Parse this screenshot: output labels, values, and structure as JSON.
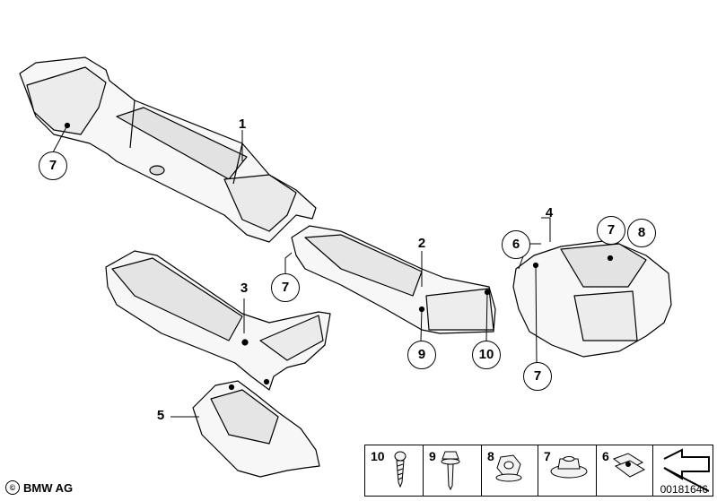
{
  "parts": [
    {
      "id": "part-1",
      "label": "1"
    },
    {
      "id": "part-2",
      "label": "2"
    },
    {
      "id": "part-3",
      "label": "3"
    },
    {
      "id": "part-4",
      "label": "4"
    },
    {
      "id": "part-5",
      "label": "5"
    },
    {
      "id": "part-6",
      "label": "6"
    }
  ],
  "circled_refs": {
    "r7_a": "7",
    "r7_b": "7",
    "r7_c": "7",
    "r7_d": "7",
    "r8": "8",
    "r9": "9",
    "r10": "10"
  },
  "legend": [
    {
      "num": "10",
      "icon": "screw-icon"
    },
    {
      "num": "9",
      "icon": "bolt-washer-icon"
    },
    {
      "num": "8",
      "icon": "hex-nut-icon"
    },
    {
      "num": "7",
      "icon": "flange-nut-icon"
    },
    {
      "num": "6",
      "icon": "clip-nut-icon"
    },
    {
      "num": "",
      "icon": "arrow-icon"
    }
  ],
  "brand": {
    "copyright_symbol": "©",
    "name": "BMW AG"
  },
  "document_number": "00181646",
  "colors": {
    "line": "#000000",
    "part_fill": "#f7f7f7",
    "shade": "#c8c8c8"
  }
}
